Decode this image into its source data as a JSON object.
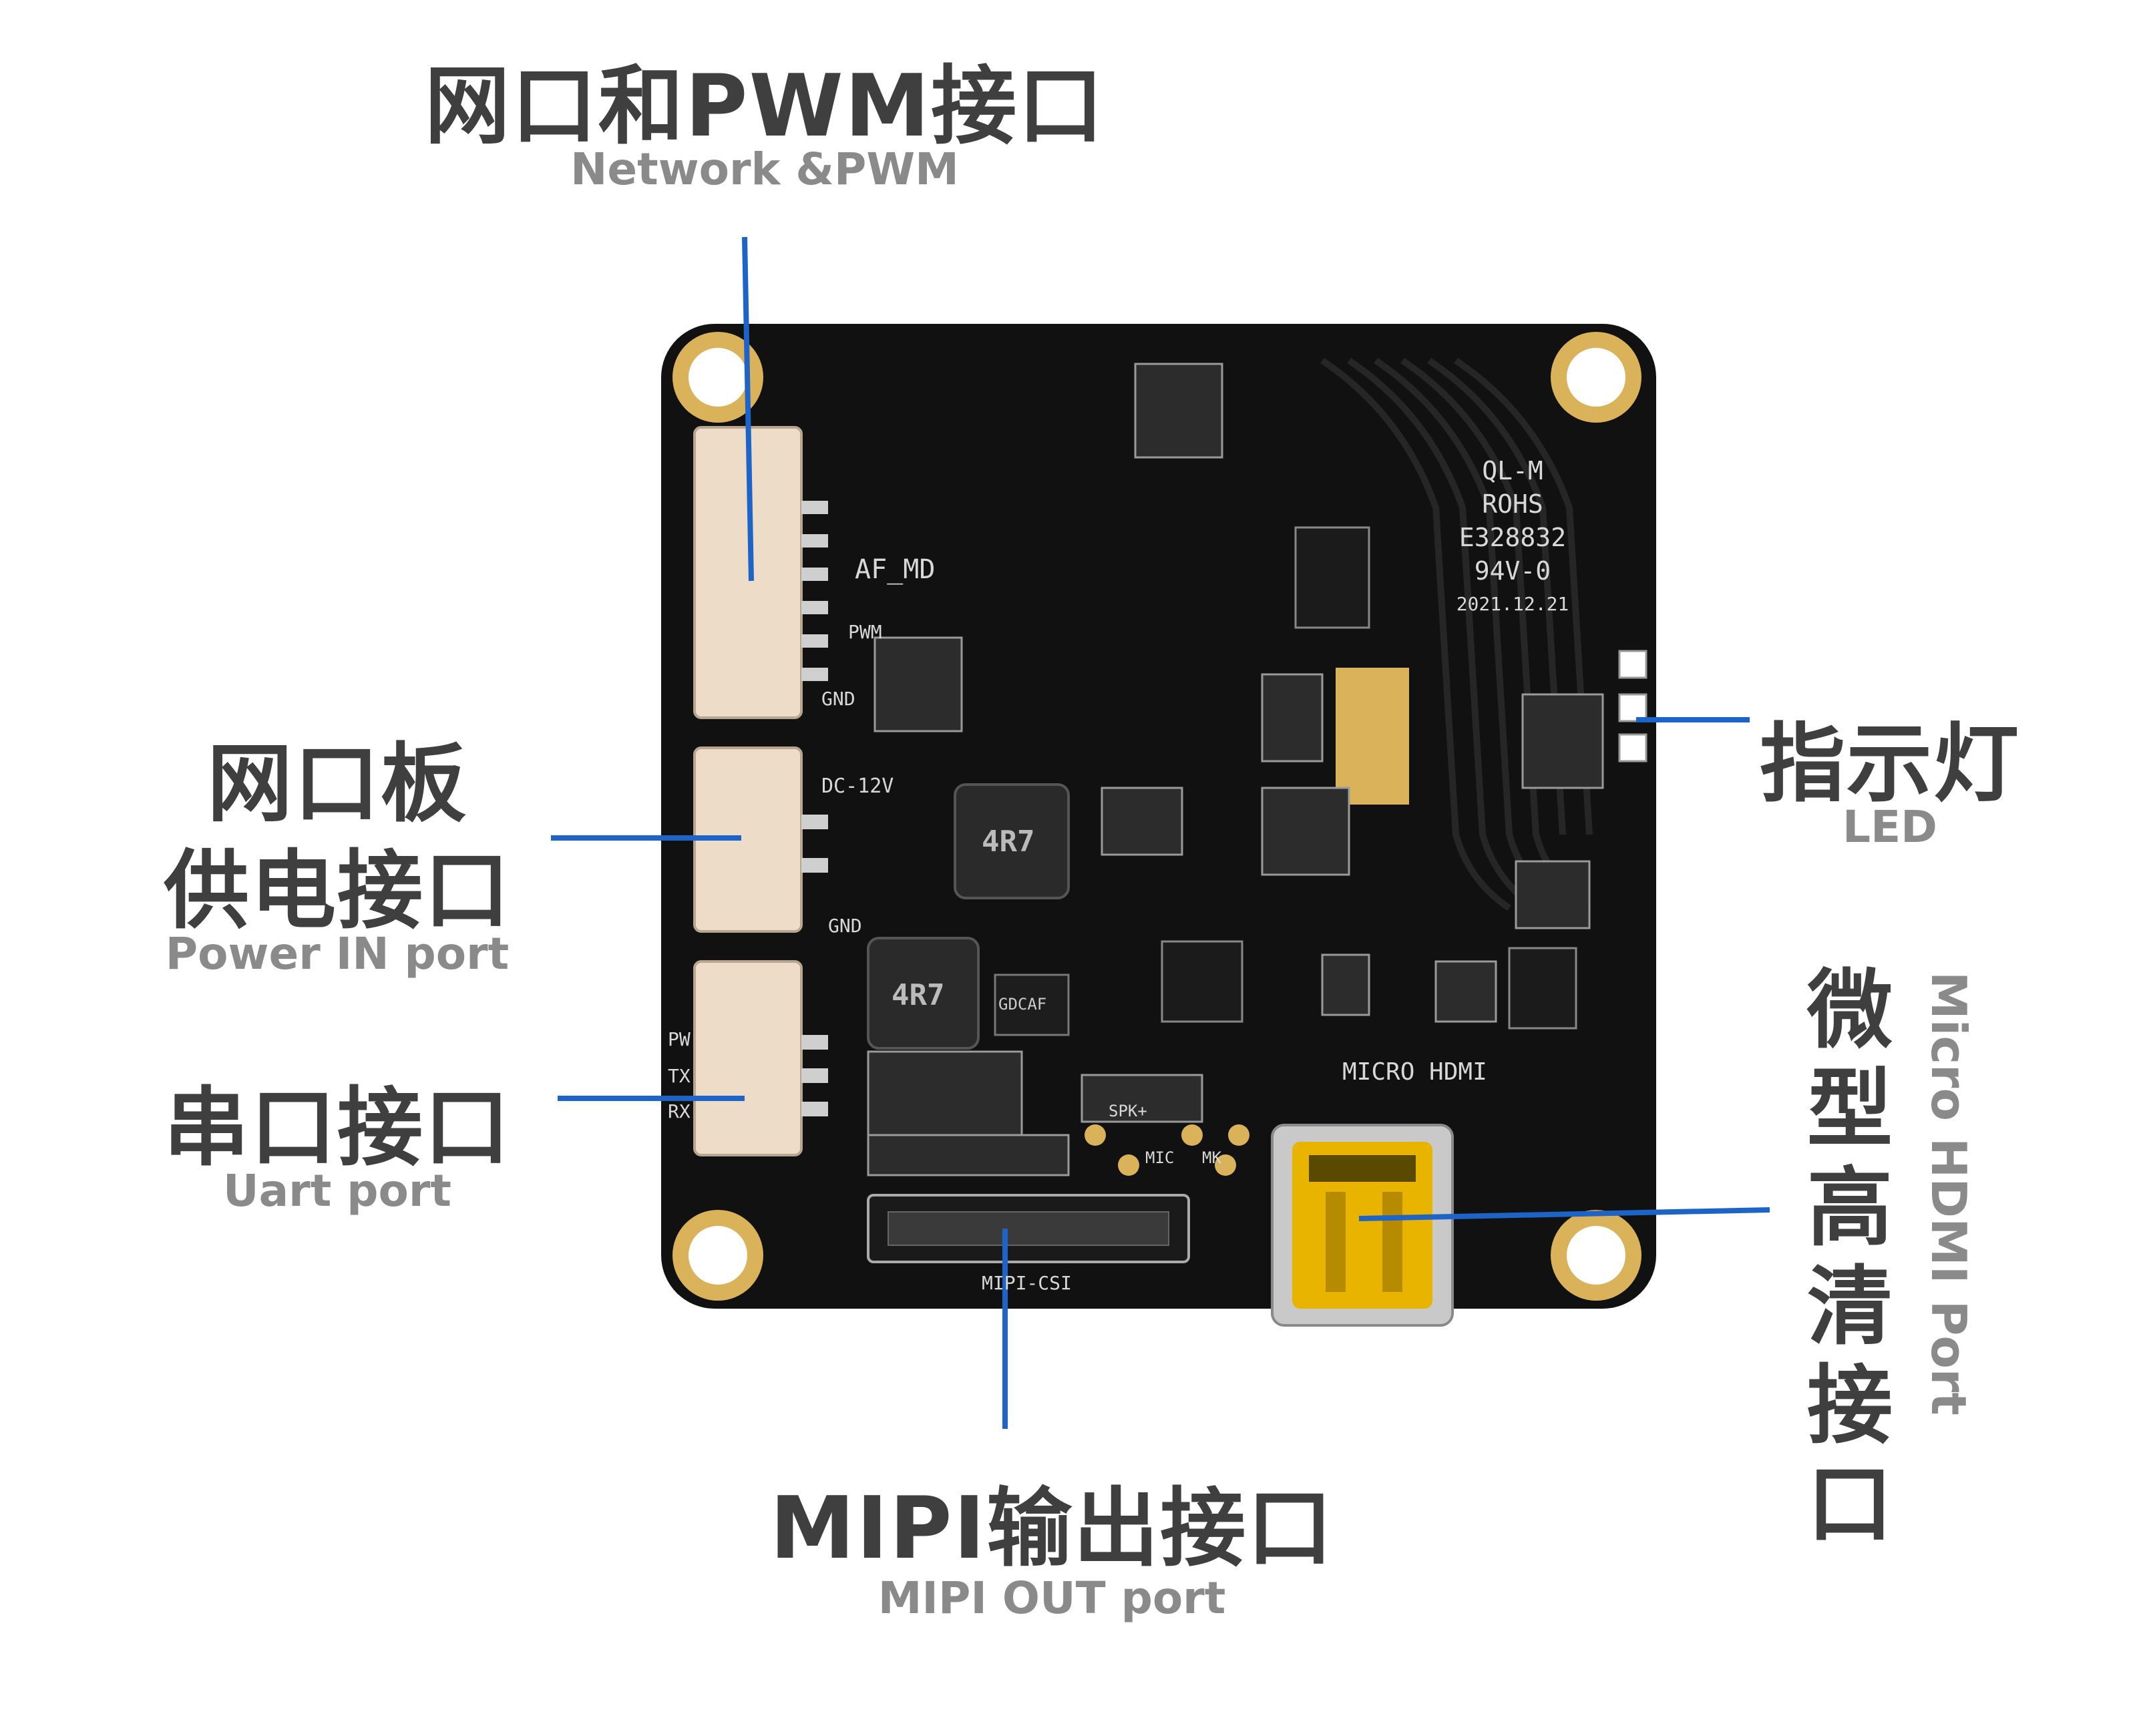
{
  "labels": {
    "network_pwm": {
      "cn": "网口和PWM接口",
      "en": "Network &PWM"
    },
    "power_in": {
      "cn_line1": "网口板",
      "cn_line2": "供电接口",
      "en": "Power IN port"
    },
    "uart": {
      "cn": "串口接口",
      "en": "Uart port"
    },
    "mipi_out": {
      "cn": "MIPI输出接口",
      "en": "MIPI OUT port"
    },
    "led": {
      "cn": "指示灯",
      "en": "LED"
    },
    "micro_hdmi": {
      "cn": "微型高清接口",
      "en": "Micro HDMI Port"
    }
  },
  "silkscreen": {
    "cert_1": "QL-M",
    "cert_2": "ROHS",
    "cert_3": "E328832",
    "cert_4": "94V-0",
    "cert_date": "2021.12.21",
    "af_md": "AF_MD",
    "pwm": "PWM",
    "gnd_1": "GND",
    "dc_12v": "DC-12V",
    "gnd_2": "GND",
    "inductor_1": "4R7",
    "inductor_2": "4R7",
    "chip_gdcaf": "GDCAF",
    "micro_hdmi": "MICRO HDMI",
    "mipi_csi": "MIPI-CSI",
    "pw": "PW",
    "tx": "TX",
    "rx": "RX",
    "spk": "SPK+",
    "mic": "MIC",
    "mk": "MK"
  },
  "colors": {
    "board": "#111111",
    "pad_gold": "#d9b25a",
    "connector": "#ecdcc8",
    "callout_line": "#1e63c8",
    "label_cn": "#3f3f3f",
    "label_en": "#8a8a8a",
    "silk": "#d8d8d8",
    "hdmi_gold": "#e8b400"
  }
}
